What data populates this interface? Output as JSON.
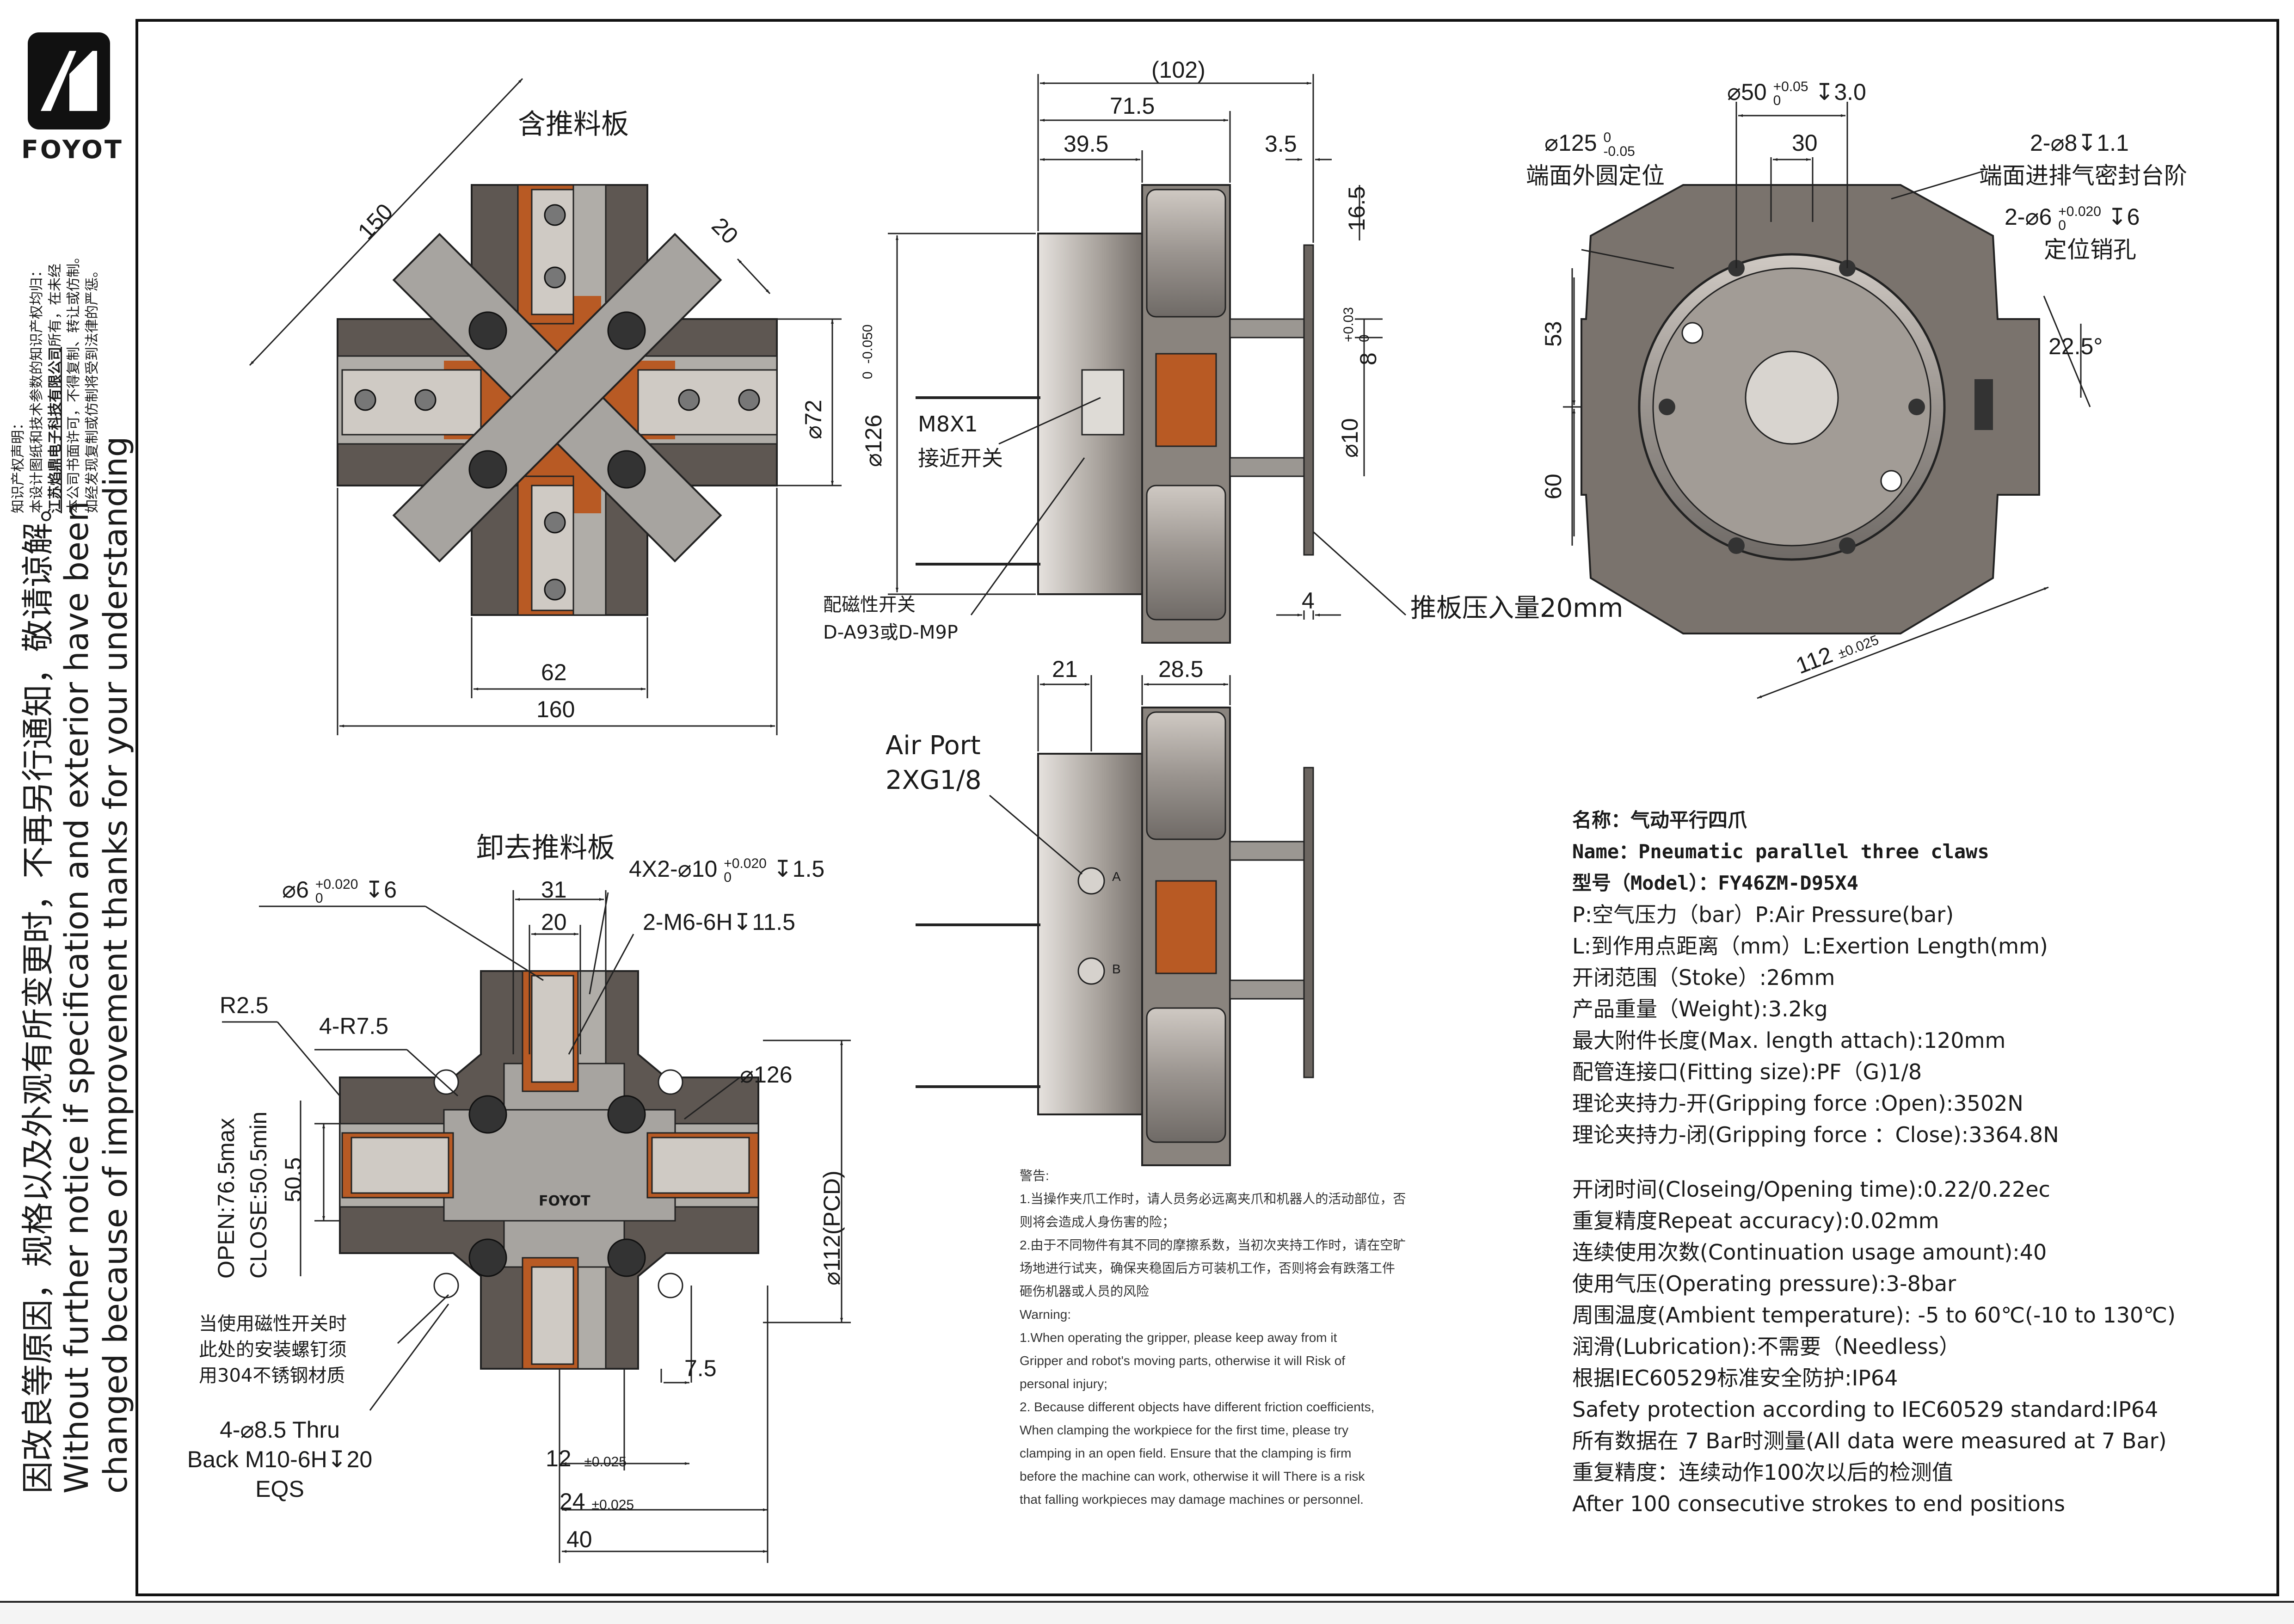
{
  "brand": {
    "name": "FOYOT"
  },
  "sidebar": {
    "ip_lines": [
      "知识产权声明：",
      "本设计图纸和技术参数的知识产权均归：",
      "江苏焰鼎电子科技有限公司",
      "所有，在未经",
      "本公司书面许可，不得复制、转让或仿制。",
      "如经发现复制或仿制将受到法律的严惩。"
    ],
    "notice_cn": "因改良等原因，规格以及外观有所变更时，不再另行通知，敬请谅解。",
    "notice_en_1": "Without further notice if specification and exterior have been",
    "notice_en_2": "changed because of improvement thanks for your understanding"
  },
  "view_top_left": {
    "title": "含推料板",
    "dims": [
      "150",
      "20",
      "62",
      "160",
      "⌀72",
      "⌀126"
    ],
    "tol_126": [
      "0",
      "-0.050"
    ]
  },
  "view_side_top": {
    "dims": [
      "(102)",
      "71.5",
      "39.5",
      "3.5",
      "16.5",
      "⌀10",
      "4"
    ],
    "dim_8": "8",
    "tol_8": [
      "+0.03",
      "0"
    ],
    "label_m8": "M8X1",
    "label_prox": "接近开关",
    "label_mag": "配磁性开关",
    "label_mag_models": "D-A93或D-M9P",
    "label_push": "推板压入量20mm"
  },
  "view_right": {
    "dia50": "⌀50",
    "tol50": [
      "+0.05",
      "0"
    ],
    "depth30": "↧3.0",
    "dim30": "30",
    "dia125": "⌀125",
    "tol125": [
      "0",
      "-0.05"
    ],
    "label_locate": "端面外圆定位",
    "holes8": "2-⌀8↧1.1",
    "label_seal": "端面进排气密封台阶",
    "holes6": "2-⌀6",
    "tol6": [
      "+0.020",
      "0"
    ],
    "depth6": "↧6",
    "label_pin": "定位销孔",
    "dims": [
      "53",
      "60",
      "22.5°"
    ],
    "dim112": "112",
    "tol112": "±0.025"
  },
  "view_side_bottom": {
    "dims": [
      "21",
      "28.5"
    ],
    "air_port": "Air Port",
    "air_port_size": "2XG1/8",
    "port_a": "A",
    "port_b": "B"
  },
  "view_bottom_left": {
    "title": "卸去推料板",
    "pin": "⌀6",
    "tol_pin": [
      "+0.020",
      "0"
    ],
    "pin_depth": "↧6",
    "holes10": "4X2-⌀10",
    "tol10": [
      "+0.020",
      "0"
    ],
    "depth10": "↧1.5",
    "threads": "2-M6-6H↧11.5",
    "dims": [
      "31",
      "20",
      "R2.5",
      "4-R7.5",
      "⌀126",
      "50.5",
      "7.5"
    ],
    "pcd": "⌀112(PCD)",
    "open": "OPEN:76.5max",
    "close": "CLOSE:50.5min",
    "note_mag": [
      "当使用磁性开关时",
      "此处的安装螺钉须",
      "用304不锈钢材质"
    ],
    "thru": [
      "4-⌀8.5 Thru",
      "Back M10-6H↧20",
      "EQS"
    ],
    "dim12": "12",
    "dim24": "24",
    "tol": "±0.025",
    "dim40": "40",
    "logo_text": "FOYOT"
  },
  "spec": {
    "name_cn": "名称：气动平行四爪",
    "name_en": "Name：Pneumatic parallel three claws",
    "model": "型号（Model）：FY46ZM-D95X4",
    "lines_a": [
      "P:空气压力（bar）P:Air Pressure(bar)",
      "L:到作用点距离（mm）L:Exertion Length(mm)",
      "开闭范围（Stoke）:26mm",
      "产品重量（Weight):3.2kg",
      "最大附件长度(Max. length attach):120mm",
      "配管连接口(Fitting size):PF（G)1/8",
      "理论夹持力-开(Gripping force :Open):3502N",
      "理论夹持力-闭(Gripping force ：Close):3364.8N"
    ],
    "lines_b": [
      "开闭时间(Closeing/Opening time):0.22/0.22ec",
      "重复精度Repeat accuracy):0.02mm",
      "连续使用次数(Continuation usage amount):40",
      "使用气压(Operating pressure):3-8bar",
      "周围温度(Ambient temperature): -5 to 60℃(-10 to 130℃)",
      "润滑(Lubrication):不需要（Needless）",
      "根据IEC60529标准安全防护:IP64",
      "Safety protection according to IEC60529 standard:IP64",
      "所有数据在 7 Bar时测量(All data were measured at 7 Bar)",
      "重复精度：连续动作100次以后的检测值",
      "After 100 consecutive strokes to end positions"
    ]
  },
  "warning": {
    "title_cn": "警告:",
    "cn": [
      "1.当操作夹爪工作时，请人员务必远离夹爪和机器人的活动部位，否",
      "则将会造成人身伤害的险；",
      "2.由于不同物件有其不同的摩擦系数，当初次夹持工作时，请在空旷",
      "场地进行试夹，确保夹稳固后方可装机工作，否则将会有跌落工件",
      "砸伤机器或人员的风险"
    ],
    "title_en": "Warning:",
    "en": [
      "1.When operating the gripper, please keep away from it",
      "Gripper and robot's moving parts, otherwise it will Risk of",
      "personal injury;",
      "2. Because different objects have different friction coefficients,",
      "When clamping the workpiece for the first time, please try",
      "clamping in an open field. Ensure that the clamping is firm",
      "before the machine can work, otherwise it will There is a risk",
      "that falling workpieces may damage machines or personnel."
    ]
  }
}
